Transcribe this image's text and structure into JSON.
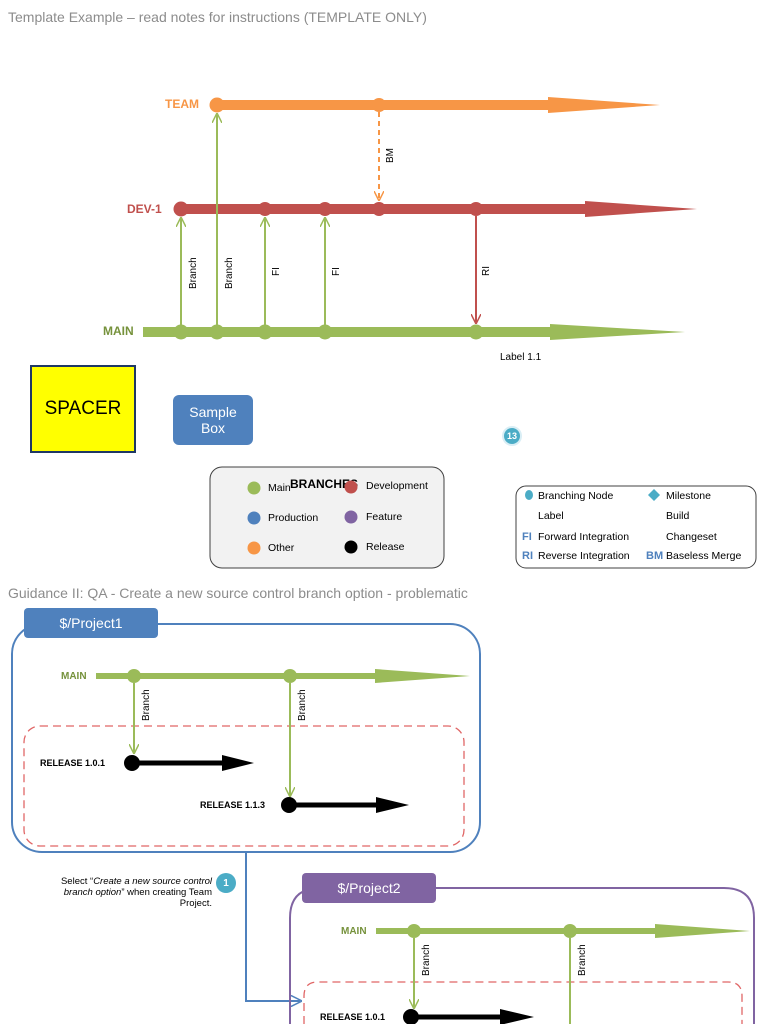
{
  "headings": {
    "top": "Template Example – read notes for instructions (TEMPLATE ONLY)",
    "guidance": "Guidance II: QA - Create a new source control branch option - problematic"
  },
  "branches": {
    "team": "TEAM",
    "dev": "DEV-1",
    "main": "MAIN"
  },
  "edge_labels": {
    "bm": "BM",
    "branch": "Branch",
    "fi": "FI",
    "ri": "RI",
    "label": "Label  1.1"
  },
  "spacer": "SPACER",
  "sample_box": "Sample Box",
  "badge_13": "13",
  "legend_branches": {
    "title": "BRANCHES",
    "items": [
      {
        "label": "Main",
        "color": "#9bbb59"
      },
      {
        "label": "Development",
        "color": "#c0504d"
      },
      {
        "label": "Production",
        "color": "#4f81bd"
      },
      {
        "label": "Feature",
        "color": "#8064a2"
      },
      {
        "label": "Other",
        "color": "#f79646"
      },
      {
        "label": "Release",
        "color": "#000000"
      }
    ]
  },
  "legend_symbols": {
    "branching_node": "Branching Node",
    "milestone": "Milestone",
    "label": "Label",
    "build": "Build",
    "fi_abbr": "FI",
    "fi": "Forward Integration",
    "changeset": "Changeset",
    "ri_abbr": "RI",
    "ri": "Reverse Integration",
    "bm_abbr": "BM",
    "bm": "Baseless Merge"
  },
  "project1": {
    "tab": "$/Project1",
    "main": "MAIN",
    "branch": "Branch",
    "release_a": "RELEASE 1.0.1",
    "release_b": "RELEASE 1.1.3"
  },
  "project2": {
    "tab": "$/Project2",
    "main": "MAIN",
    "branch": "Branch",
    "release_a": "RELEASE 1.0.1"
  },
  "note": {
    "prefix": "Select “",
    "emphasis": "Create a new source control branch option",
    "suffix": "” when creating Team Project.",
    "badge": "1"
  },
  "colors": {
    "main": "#9bbb59",
    "dev": "#c0504d",
    "team": "#f79646",
    "project1": "#4f81bd",
    "project2": "#8064a2",
    "release": "#000000",
    "dashed": "#e06666"
  }
}
